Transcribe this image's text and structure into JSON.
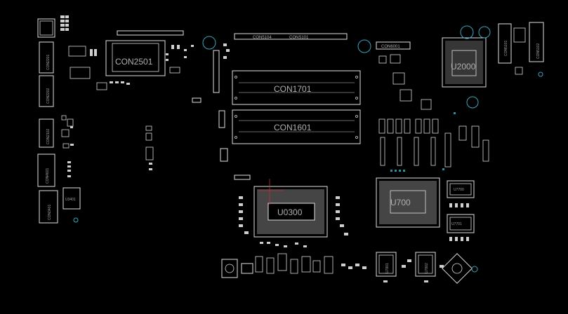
{
  "board": {
    "background": "#000000",
    "outline_color": "#e0e0e0",
    "label_color": "#a8a8a8",
    "hole_color": "#3aa6b9"
  },
  "components": {
    "con2501": "CON2501",
    "con1701": "CON1701",
    "con1601": "CON1601",
    "con5104": "CON5104",
    "cons101": "CONS101",
    "con6001": "CON6001",
    "u2000": "U2000",
    "con5101": "CON5101",
    "con5102": "CON5102",
    "con2201": "CON2201",
    "con2202": "CON2202",
    "con2102": "CON2102",
    "con4601": "CON4601",
    "con3401": "CON3401",
    "u3401": "U3401",
    "u0300": "U0300",
    "u700": "U700",
    "u7700": "U7700",
    "u7701": "U7701",
    "u7801": "U7801",
    "u7802": "U7802"
  }
}
